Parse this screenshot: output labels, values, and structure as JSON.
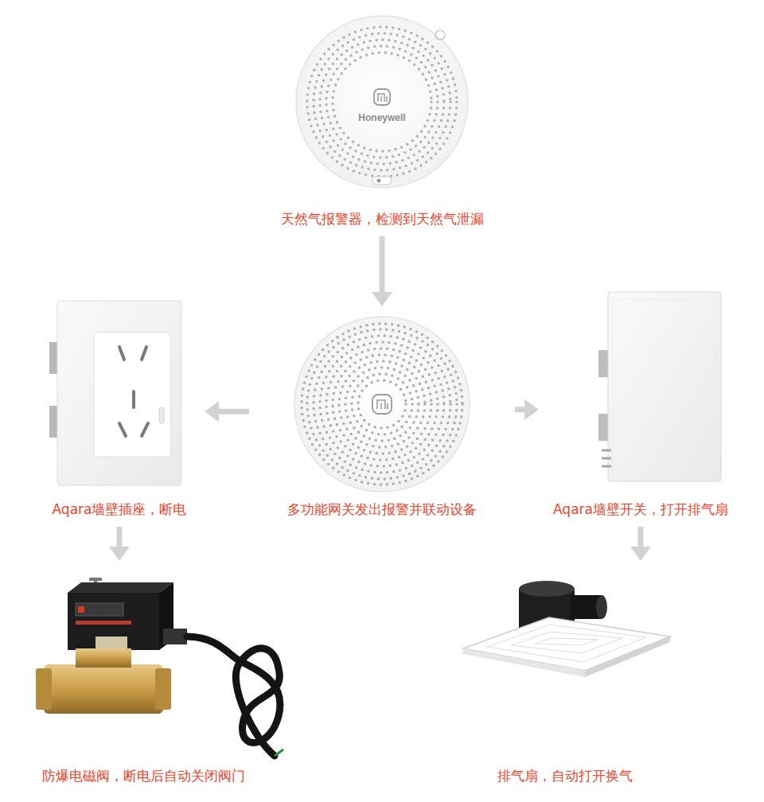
{
  "diagram": {
    "nodes": [
      {
        "text": [
          "天然气报警器，检测到天然气泄漏"
        ]
      },
      {
        "text": [
          "Aqara墙壁插座，断电"
        ]
      },
      {
        "text": [
          "多功能网关发出报警并联动设备"
        ]
      },
      {
        "text": [
          "Aqara墙壁开关，打开排气扇"
        ]
      },
      {
        "text": [
          "防爆电磁阀，断电后自动关闭阀门"
        ]
      },
      {
        "text": [
          "排气扇，自动打开换气"
        ]
      }
    ],
    "edges": [
      {
        "from": 0,
        "to": 2,
        "arrow": "to"
      },
      {
        "from": 2,
        "to": 1,
        "arrow": "to"
      },
      {
        "from": 2,
        "to": 3,
        "arrow": "to"
      },
      {
        "from": 1,
        "to": 4,
        "arrow": "to"
      },
      {
        "from": 3,
        "to": 5,
        "arrow": "to"
      }
    ],
    "labels": [
      "Honeywell"
    ]
  }
}
